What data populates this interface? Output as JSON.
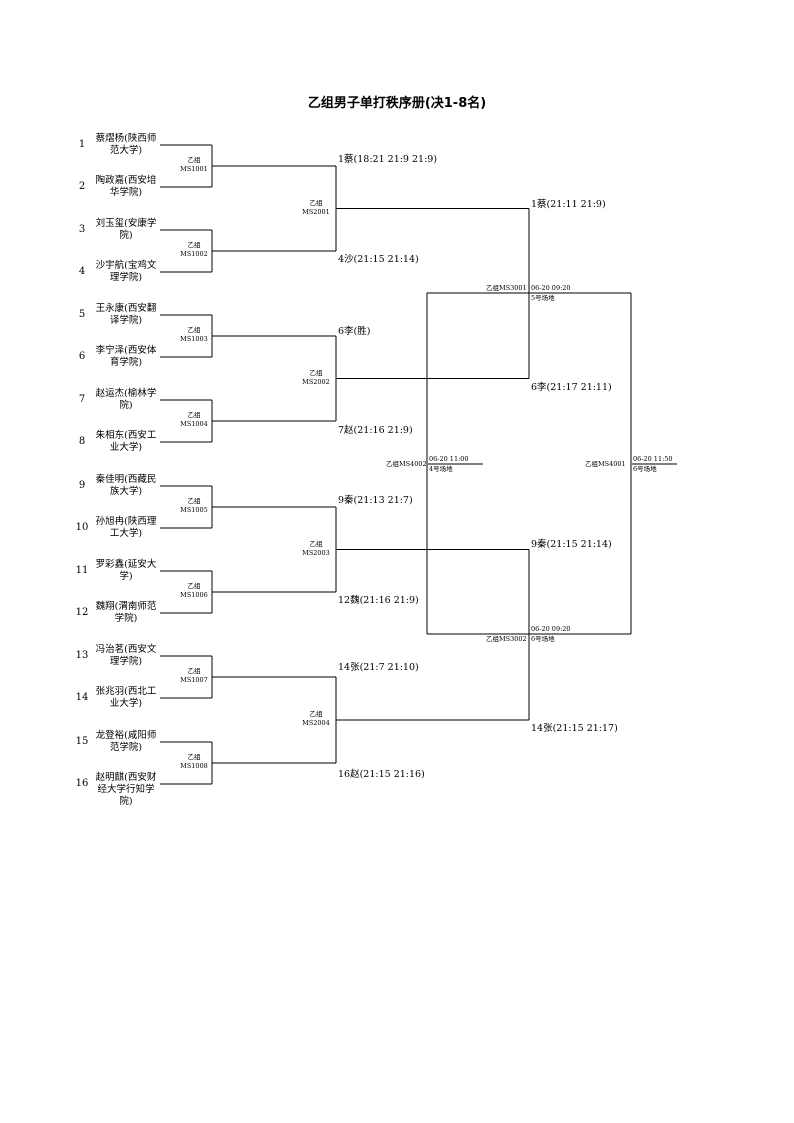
{
  "title": "乙组男子单打秩序册(决1-8名)",
  "players": [
    {
      "seed": "1",
      "name": "蔡熠杨(陕西师范大学)"
    },
    {
      "seed": "2",
      "name": "陶政嘉(西安培华学院)"
    },
    {
      "seed": "3",
      "name": "刘玉玺(安康学院)"
    },
    {
      "seed": "4",
      "name": "沙宇航(宝鸡文理学院)"
    },
    {
      "seed": "5",
      "name": "王永康(西安翻译学院)"
    },
    {
      "seed": "6",
      "name": "李宁泽(西安体育学院)"
    },
    {
      "seed": "7",
      "name": "赵运杰(榆林学院)"
    },
    {
      "seed": "8",
      "name": "朱相东(西安工业大学)"
    },
    {
      "seed": "9",
      "name": "秦佳明(西藏民族大学)"
    },
    {
      "seed": "10",
      "name": "孙旭冉(陕西理工大学)"
    },
    {
      "seed": "11",
      "name": "罗彩鑫(延安大学)"
    },
    {
      "seed": "12",
      "name": "魏翔(渭南师范学院)"
    },
    {
      "seed": "13",
      "name": "冯治茗(西安文理学院)"
    },
    {
      "seed": "14",
      "name": "张兆羽(西北工业大学)"
    },
    {
      "seed": "15",
      "name": "龙登裕(咸阳师范学院)"
    },
    {
      "seed": "16",
      "name": "赵明麒(西安财经大学行知学院)"
    }
  ],
  "round1": [
    {
      "group": "乙组",
      "code": "MS1001",
      "winner": "1蔡(18:21 21:9 21:9)"
    },
    {
      "group": "乙组",
      "code": "MS1002",
      "winner": "4沙(21:15 21:14)"
    },
    {
      "group": "乙组",
      "code": "MS1003",
      "winner": "6李(胜)"
    },
    {
      "group": "乙组",
      "code": "MS1004",
      "winner": "7赵(21:16 21:9)"
    },
    {
      "group": "乙组",
      "code": "MS1005",
      "winner": "9秦(21:13 21:7)"
    },
    {
      "group": "乙组",
      "code": "MS1006",
      "winner": "12魏(21:16 21:9)"
    },
    {
      "group": "乙组",
      "code": "MS1007",
      "winner": "14张(21:7 21:10)"
    },
    {
      "group": "乙组",
      "code": "MS1008",
      "winner": "16赵(21:15 21:16)"
    }
  ],
  "round2": [
    {
      "group": "乙组",
      "code": "MS2001",
      "winner": "1蔡(21:11 21:9)"
    },
    {
      "group": "乙组",
      "code": "MS2002",
      "winner": "6李(21:17 21:11)"
    },
    {
      "group": "乙组",
      "code": "MS2003",
      "winner": "9秦(21:15 21:14)"
    },
    {
      "group": "乙组",
      "code": "MS2004",
      "winner": "14张(21:15 21:17)"
    }
  ],
  "round3": [
    {
      "label": "乙组MS3001",
      "time": "06-20 09:20",
      "court": "5号场地"
    },
    {
      "label": "乙组MS3002",
      "time": "06-20 09:20",
      "court": "6号场地"
    }
  ],
  "round4": [
    {
      "label": "乙组MS4002",
      "time": "06-20 11:00",
      "court": "4号场地"
    },
    {
      "label": "乙组MS4001",
      "time": "06-20 11:50",
      "court": "6号场地"
    }
  ]
}
